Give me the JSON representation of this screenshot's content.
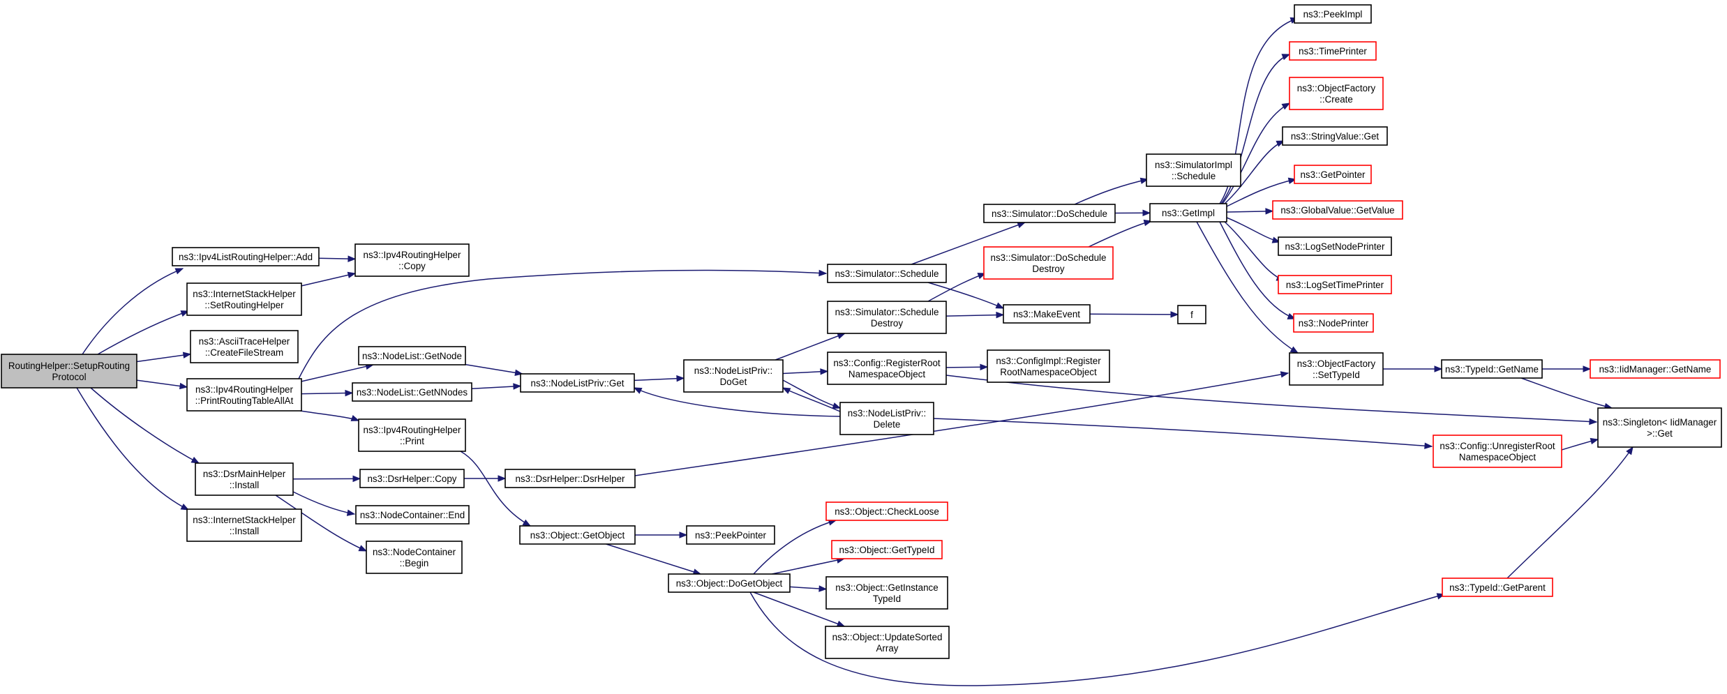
{
  "colors": {
    "root_fill": "#bfbfbf",
    "node_fill": "#ffffff",
    "node_border": "#000000",
    "truncated_border": "#ff0000",
    "edge": "#191970"
  },
  "nodes": [
    {
      "id": "root",
      "lines": [
        "RoutingHelper::SetupRouting",
        "Protocol"
      ],
      "kind": "root"
    },
    {
      "id": "ipv4list_add",
      "lines": [
        "ns3::Ipv4ListRoutingHelper::Add"
      ],
      "kind": "normal"
    },
    {
      "id": "ish_setrouting",
      "lines": [
        "ns3::InternetStackHelper",
        "::SetRoutingHelper"
      ],
      "kind": "normal"
    },
    {
      "id": "ascii_cfs",
      "lines": [
        "ns3::AsciiTraceHelper",
        "::CreateFileStream"
      ],
      "kind": "normal"
    },
    {
      "id": "ipv4rh_prt",
      "lines": [
        "ns3::Ipv4RoutingHelper",
        "::PrintRoutingTableAllAt"
      ],
      "kind": "normal"
    },
    {
      "id": "dsrmain_install",
      "lines": [
        "ns3::DsrMainHelper",
        "::Install"
      ],
      "kind": "normal"
    },
    {
      "id": "ish_install",
      "lines": [
        "ns3::InternetStackHelper",
        "::Install"
      ],
      "kind": "normal"
    },
    {
      "id": "ipv4rh_copy",
      "lines": [
        "ns3::Ipv4RoutingHelper",
        "::Copy"
      ],
      "kind": "normal"
    },
    {
      "id": "nodelist_getnode",
      "lines": [
        "ns3::NodeList::GetNode"
      ],
      "kind": "normal"
    },
    {
      "id": "nodelist_getnnodes",
      "lines": [
        "ns3::NodeList::GetNNodes"
      ],
      "kind": "normal"
    },
    {
      "id": "ipv4rh_print",
      "lines": [
        "ns3::Ipv4RoutingHelper",
        "::Print"
      ],
      "kind": "normal"
    },
    {
      "id": "dsrhelper_copy",
      "lines": [
        "ns3::DsrHelper::Copy"
      ],
      "kind": "normal"
    },
    {
      "id": "nc_end",
      "lines": [
        "ns3::NodeContainer::End"
      ],
      "kind": "normal"
    },
    {
      "id": "nc_begin",
      "lines": [
        "ns3::NodeContainer",
        "::Begin"
      ],
      "kind": "normal"
    },
    {
      "id": "nlp_get",
      "lines": [
        "ns3::NodeListPriv::Get"
      ],
      "kind": "normal"
    },
    {
      "id": "dsrhelper_ctor",
      "lines": [
        "ns3::DsrHelper::DsrHelper"
      ],
      "kind": "normal"
    },
    {
      "id": "obj_getobject",
      "lines": [
        "ns3::Object::GetObject"
      ],
      "kind": "normal"
    },
    {
      "id": "nlp_doget",
      "lines": [
        "ns3::NodeListPriv::",
        "DoGet"
      ],
      "kind": "normal"
    },
    {
      "id": "peekpointer",
      "lines": [
        "ns3::PeekPointer"
      ],
      "kind": "normal"
    },
    {
      "id": "obj_dogetobject",
      "lines": [
        "ns3::Object::DoGetObject"
      ],
      "kind": "normal"
    },
    {
      "id": "sim_schedule",
      "lines": [
        "ns3::Simulator::Schedule"
      ],
      "kind": "normal"
    },
    {
      "id": "sim_scheddestroy",
      "lines": [
        "ns3::Simulator::Schedule",
        "Destroy"
      ],
      "kind": "normal"
    },
    {
      "id": "cfg_regroot",
      "lines": [
        "ns3::Config::RegisterRoot",
        "NamespaceObject"
      ],
      "kind": "normal"
    },
    {
      "id": "nlp_delete",
      "lines": [
        "ns3::NodeListPriv::",
        "Delete"
      ],
      "kind": "normal"
    },
    {
      "id": "obj_checkloose",
      "lines": [
        "ns3::Object::CheckLoose"
      ],
      "kind": "truncated"
    },
    {
      "id": "obj_gettypeid",
      "lines": [
        "ns3::Object::GetTypeId"
      ],
      "kind": "truncated"
    },
    {
      "id": "obj_getinsttypeid",
      "lines": [
        "ns3::Object::GetInstance",
        "TypeId"
      ],
      "kind": "normal"
    },
    {
      "id": "obj_updatesorted",
      "lines": [
        "ns3::Object::UpdateSorted",
        "Array"
      ],
      "kind": "normal"
    },
    {
      "id": "sim_doschedule",
      "lines": [
        "ns3::Simulator::DoSchedule"
      ],
      "kind": "normal"
    },
    {
      "id": "sim_doscheddestroy",
      "lines": [
        "ns3::Simulator::DoSchedule",
        "Destroy"
      ],
      "kind": "truncated"
    },
    {
      "id": "makeevent",
      "lines": [
        "ns3::MakeEvent"
      ],
      "kind": "normal"
    },
    {
      "id": "cfgimpl_regroot",
      "lines": [
        "ns3::ConfigImpl::Register",
        "RootNamespaceObject"
      ],
      "kind": "normal"
    },
    {
      "id": "simimpl_schedule",
      "lines": [
        "ns3::SimulatorImpl",
        "::Schedule"
      ],
      "kind": "normal"
    },
    {
      "id": "getimpl",
      "lines": [
        "ns3::GetImpl"
      ],
      "kind": "normal"
    },
    {
      "id": "f",
      "lines": [
        "f"
      ],
      "kind": "normal"
    },
    {
      "id": "peekimpl",
      "lines": [
        "ns3::PeekImpl"
      ],
      "kind": "normal"
    },
    {
      "id": "timeprinter",
      "lines": [
        "ns3::TimePrinter"
      ],
      "kind": "truncated"
    },
    {
      "id": "objfactory_create",
      "lines": [
        "ns3::ObjectFactory",
        "::Create"
      ],
      "kind": "truncated"
    },
    {
      "id": "stringvalue_get",
      "lines": [
        "ns3::StringValue::Get"
      ],
      "kind": "normal"
    },
    {
      "id": "getpointer",
      "lines": [
        "ns3::GetPointer"
      ],
      "kind": "truncated"
    },
    {
      "id": "globalvalue_getvalue",
      "lines": [
        "ns3::GlobalValue::GetValue"
      ],
      "kind": "truncated"
    },
    {
      "id": "logsetnodeprinter",
      "lines": [
        "ns3::LogSetNodePrinter"
      ],
      "kind": "normal"
    },
    {
      "id": "logsettimeprinter",
      "lines": [
        "ns3::LogSetTimePrinter"
      ],
      "kind": "truncated"
    },
    {
      "id": "nodeprinter",
      "lines": [
        "ns3::NodePrinter"
      ],
      "kind": "truncated"
    },
    {
      "id": "objfactory_settypeid",
      "lines": [
        "ns3::ObjectFactory",
        "::SetTypeId"
      ],
      "kind": "normal"
    },
    {
      "id": "cfg_unregroot",
      "lines": [
        "ns3::Config::UnregisterRoot",
        "NamespaceObject"
      ],
      "kind": "truncated"
    },
    {
      "id": "typeid_getparent",
      "lines": [
        "ns3::TypeId::GetParent"
      ],
      "kind": "truncated"
    },
    {
      "id": "typeid_getname",
      "lines": [
        "ns3::TypeId::GetName"
      ],
      "kind": "normal"
    },
    {
      "id": "iidmanager_getname",
      "lines": [
        "ns3::IidManager::GetName"
      ],
      "kind": "truncated"
    },
    {
      "id": "singleton_get",
      "lines": [
        "ns3::Singleton< IidManager",
        ">::Get"
      ],
      "kind": "normal"
    }
  ],
  "edges": [
    {
      "from": "root",
      "to": "ipv4list_add"
    },
    {
      "from": "root",
      "to": "ish_setrouting"
    },
    {
      "from": "root",
      "to": "ascii_cfs"
    },
    {
      "from": "root",
      "to": "ipv4rh_prt"
    },
    {
      "from": "root",
      "to": "dsrmain_install"
    },
    {
      "from": "root",
      "to": "ish_install"
    },
    {
      "from": "ipv4list_add",
      "to": "ipv4rh_copy"
    },
    {
      "from": "ish_setrouting",
      "to": "ipv4rh_copy"
    },
    {
      "from": "ipv4rh_prt",
      "to": "sim_schedule"
    },
    {
      "from": "ipv4rh_prt",
      "to": "nodelist_getnode"
    },
    {
      "from": "ipv4rh_prt",
      "to": "nodelist_getnnodes"
    },
    {
      "from": "ipv4rh_prt",
      "to": "ipv4rh_print"
    },
    {
      "from": "dsrmain_install",
      "to": "dsrhelper_copy"
    },
    {
      "from": "dsrmain_install",
      "to": "nc_end"
    },
    {
      "from": "dsrmain_install",
      "to": "nc_begin"
    },
    {
      "from": "nodelist_getnode",
      "to": "nlp_get"
    },
    {
      "from": "nodelist_getnnodes",
      "to": "nlp_get"
    },
    {
      "from": "ipv4rh_print",
      "to": "obj_getobject"
    },
    {
      "from": "dsrhelper_copy",
      "to": "dsrhelper_ctor"
    },
    {
      "from": "dsrhelper_ctor",
      "to": "objfactory_settypeid"
    },
    {
      "from": "nlp_get",
      "to": "nlp_doget"
    },
    {
      "from": "nlp_doget",
      "to": "sim_scheddestroy"
    },
    {
      "from": "nlp_doget",
      "to": "cfg_regroot"
    },
    {
      "from": "nlp_doget",
      "to": "nlp_delete"
    },
    {
      "from": "nlp_delete",
      "to": "nlp_doget"
    },
    {
      "from": "nlp_delete",
      "to": "nlp_get"
    },
    {
      "from": "nlp_delete",
      "to": "cfg_unregroot"
    },
    {
      "from": "obj_getobject",
      "to": "peekpointer"
    },
    {
      "from": "obj_getobject",
      "to": "obj_dogetobject"
    },
    {
      "from": "obj_dogetobject",
      "to": "obj_checkloose"
    },
    {
      "from": "obj_dogetobject",
      "to": "obj_gettypeid"
    },
    {
      "from": "obj_dogetobject",
      "to": "obj_getinsttypeid"
    },
    {
      "from": "obj_dogetobject",
      "to": "obj_updatesorted"
    },
    {
      "from": "obj_dogetobject",
      "to": "typeid_getparent"
    },
    {
      "from": "sim_schedule",
      "to": "sim_doschedule"
    },
    {
      "from": "sim_schedule",
      "to": "makeevent"
    },
    {
      "from": "sim_scheddestroy",
      "to": "sim_doscheddestroy"
    },
    {
      "from": "sim_scheddestroy",
      "to": "makeevent"
    },
    {
      "from": "cfg_regroot",
      "to": "cfgimpl_regroot"
    },
    {
      "from": "cfg_regroot",
      "to": "singleton_get"
    },
    {
      "from": "sim_doschedule",
      "to": "simimpl_schedule"
    },
    {
      "from": "sim_doschedule",
      "to": "getimpl"
    },
    {
      "from": "sim_doscheddestroy",
      "to": "getimpl"
    },
    {
      "from": "makeevent",
      "to": "f"
    },
    {
      "from": "getimpl",
      "to": "peekimpl"
    },
    {
      "from": "getimpl",
      "to": "timeprinter"
    },
    {
      "from": "getimpl",
      "to": "objfactory_create"
    },
    {
      "from": "getimpl",
      "to": "stringvalue_get"
    },
    {
      "from": "getimpl",
      "to": "getpointer"
    },
    {
      "from": "getimpl",
      "to": "globalvalue_getvalue"
    },
    {
      "from": "getimpl",
      "to": "logsetnodeprinter"
    },
    {
      "from": "getimpl",
      "to": "logsettimeprinter"
    },
    {
      "from": "getimpl",
      "to": "nodeprinter"
    },
    {
      "from": "getimpl",
      "to": "objfactory_settypeid"
    },
    {
      "from": "objfactory_settypeid",
      "to": "typeid_getname"
    },
    {
      "from": "typeid_getname",
      "to": "iidmanager_getname"
    },
    {
      "from": "typeid_getname",
      "to": "singleton_get"
    },
    {
      "from": "cfg_unregroot",
      "to": "singleton_get"
    },
    {
      "from": "typeid_getparent",
      "to": "singleton_get"
    }
  ]
}
